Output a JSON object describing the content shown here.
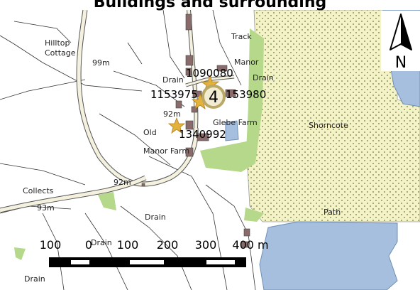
{
  "title": "Buildings and surrounding",
  "place_labels": {
    "hilltop": "Hilltop",
    "cottage": "Cottage",
    "m99": "99m",
    "track": "Track",
    "manor": "Manor",
    "drain_a": "Drain",
    "drain_b": "Drain",
    "m92_a": "92m",
    "old": "Old",
    "manor_farm": "Manor Farm",
    "glebe_farm": "Glebe Farm",
    "shorncote": "Shorncote",
    "m92_b": "92m",
    "collects": "Collects",
    "m93": "93m",
    "drain_c": "Drain",
    "drain_d": "Drain",
    "path": "Path",
    "drain_e": "Drain"
  },
  "building_ids": {
    "b1": "1090080",
    "b2": "1153975",
    "b3": "153980",
    "b4": "1340992"
  },
  "cluster_count": "4",
  "scalebar": {
    "ticks": [
      "100",
      "0",
      "100",
      "200",
      "300",
      "400 m"
    ]
  },
  "north_arrow": {
    "label": "N"
  },
  "colors": {
    "water": "#a6bfdf",
    "woodland": "#b5d88a",
    "stipple_field": "#f6f2c8",
    "marker_star": "#e3b23c",
    "cluster": "#b9a866"
  }
}
